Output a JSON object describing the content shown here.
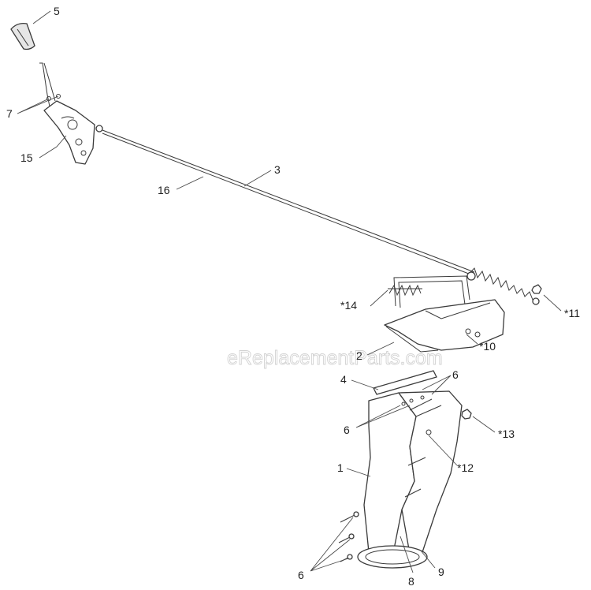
{
  "watermark": "eReplacementParts.com",
  "callouts": [
    {
      "id": "c5",
      "text": "5"
    },
    {
      "id": "c7",
      "text": "7"
    },
    {
      "id": "c15",
      "text": "15"
    },
    {
      "id": "c16",
      "text": "16"
    },
    {
      "id": "c3",
      "text": "3"
    },
    {
      "id": "c14",
      "text": "*14"
    },
    {
      "id": "c11",
      "text": "*11"
    },
    {
      "id": "c2",
      "text": "2"
    },
    {
      "id": "c10",
      "text": "*10"
    },
    {
      "id": "c4",
      "text": "4"
    },
    {
      "id": "c6a",
      "text": "6"
    },
    {
      "id": "c6b",
      "text": "6"
    },
    {
      "id": "c13",
      "text": "*13"
    },
    {
      "id": "c12",
      "text": "*12"
    },
    {
      "id": "c1",
      "text": "1"
    },
    {
      "id": "c6c",
      "text": "6"
    },
    {
      "id": "c8",
      "text": "8"
    },
    {
      "id": "c9",
      "text": "9"
    }
  ]
}
